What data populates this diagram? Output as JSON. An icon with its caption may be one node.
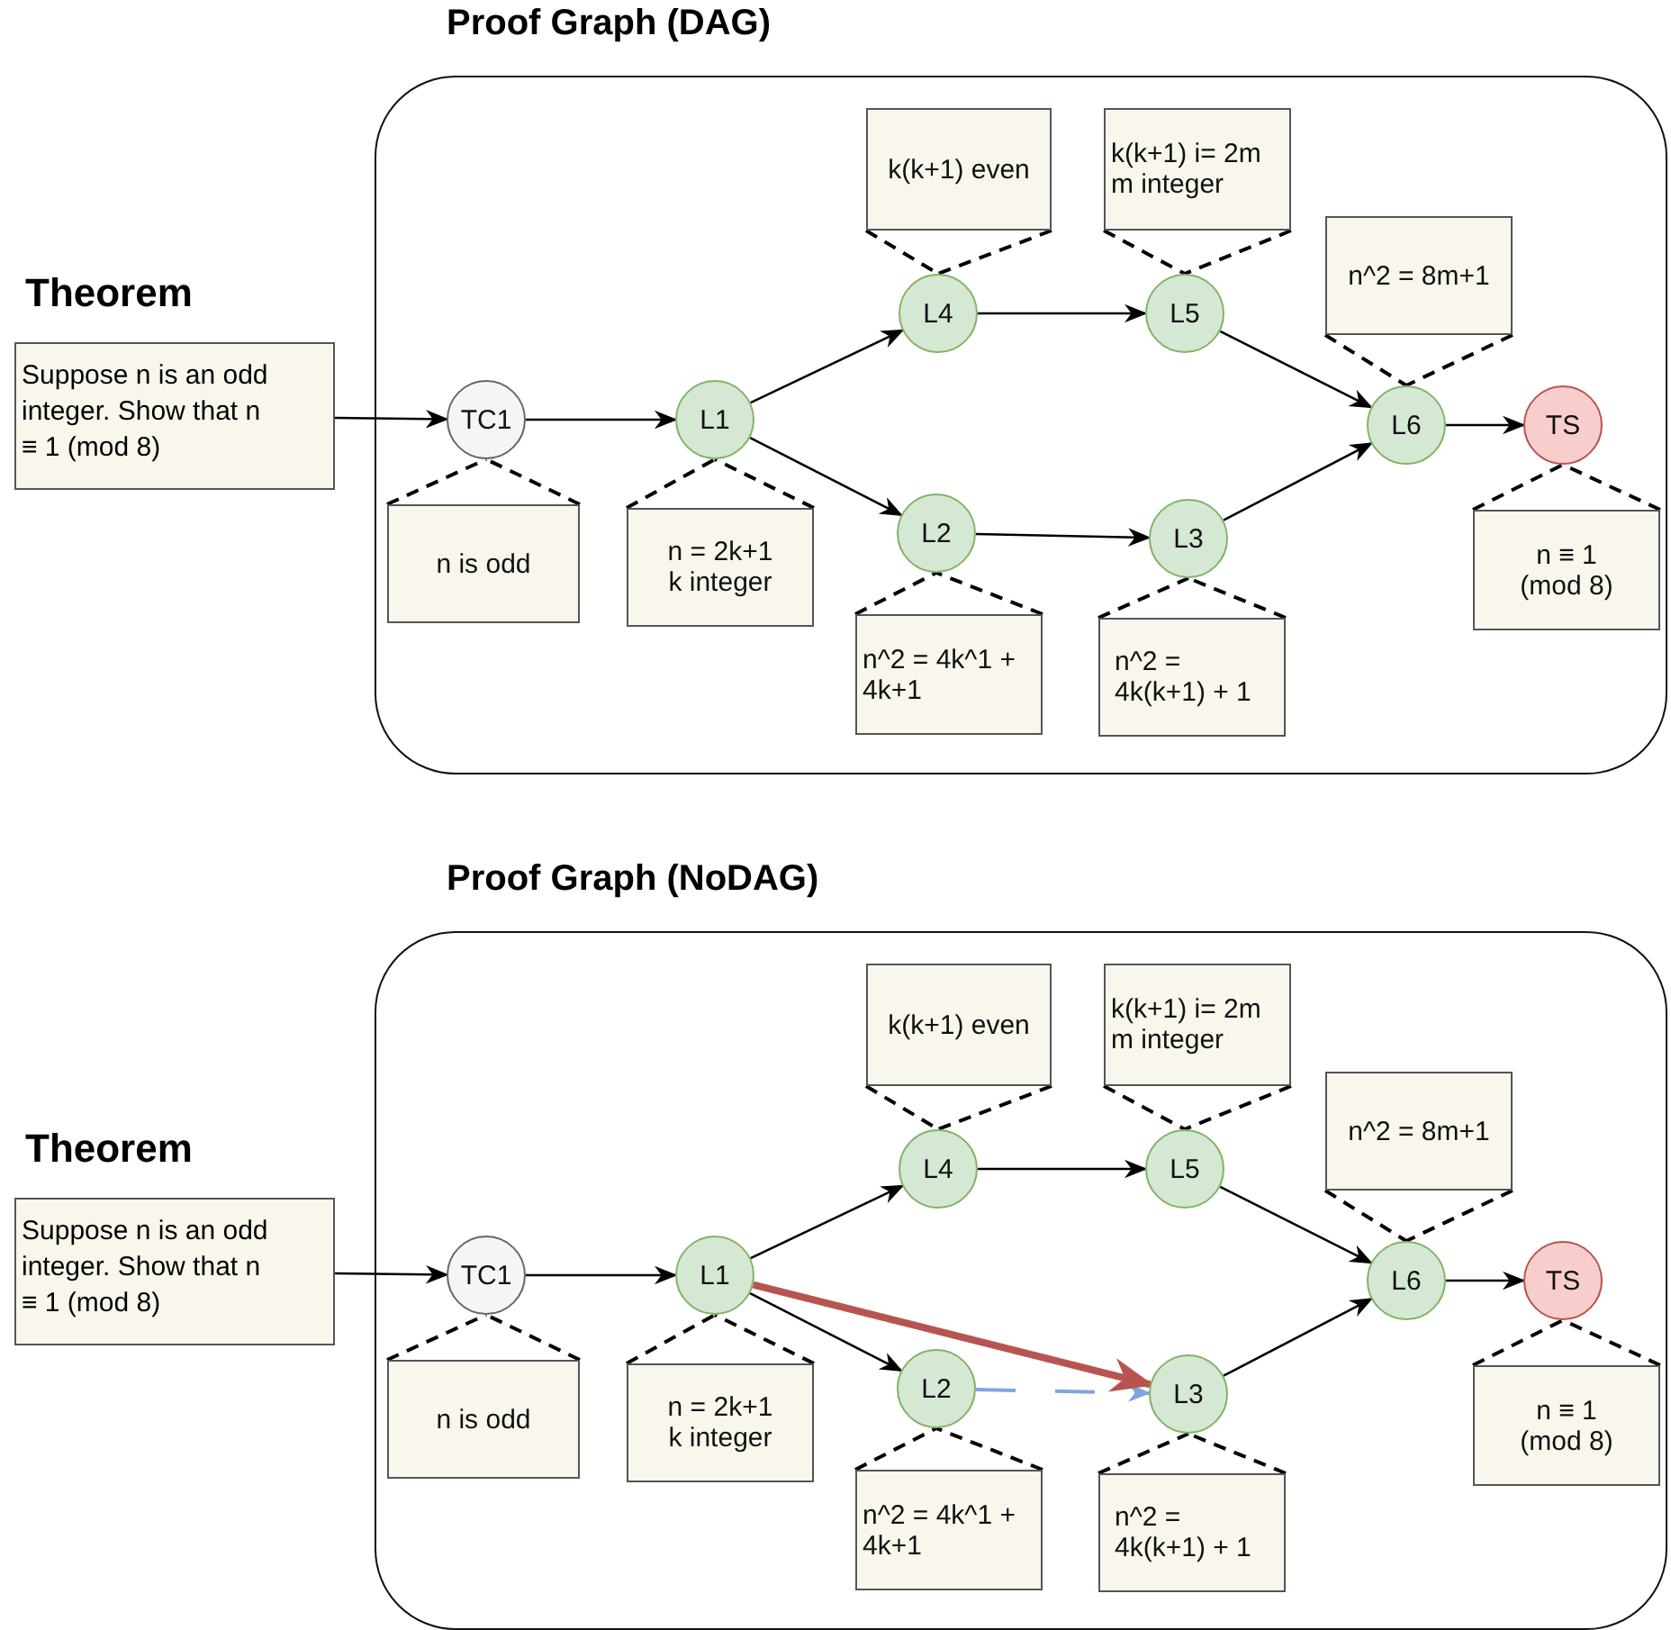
{
  "diagram": {
    "nodes": [
      {
        "text": [
          "Proof Graph (DAG)"
        ]
      },
      {
        "text": [
          "Theorem",
          "Suppose n is an odd integer. Show that n ≡ 1 (mod 8)"
        ]
      },
      {
        "text": [
          "TC1"
        ],
        "in": 0
      },
      {
        "text": [
          "n is odd"
        ],
        "in": 0
      },
      {
        "text": [
          "L1"
        ],
        "in": 0
      },
      {
        "text": [
          "n = 2k+1 k integer"
        ],
        "in": 0
      },
      {
        "text": [
          "L4"
        ],
        "in": 0
      },
      {
        "text": [
          "k(k+1) even"
        ],
        "in": 0
      },
      {
        "text": [
          "L5"
        ],
        "in": 0
      },
      {
        "text": [
          "k(k+1) i= 2m m integer"
        ],
        "in": 0
      },
      {
        "text": [
          "L2"
        ],
        "in": 0
      },
      {
        "text": [
          "n^2 = 4k^1 + 4k+1"
        ],
        "in": 0
      },
      {
        "text": [
          "L3"
        ],
        "in": 0
      },
      {
        "text": [
          "n^2 = 4k(k+1) + 1"
        ],
        "in": 0
      },
      {
        "text": [
          "L6"
        ],
        "in": 0
      },
      {
        "text": [
          "n^2 = 8m+1"
        ],
        "in": 0
      },
      {
        "text": [
          "TS"
        ],
        "in": 0
      },
      {
        "text": [
          "n ≡ 1 (mod 8)"
        ],
        "in": 0
      },
      {
        "text": [
          "Proof Graph (NoDAG)"
        ]
      },
      {
        "text": [
          "Theorem",
          "Suppose n is an odd integer. Show that n ≡ 1 (mod 8)"
        ]
      },
      {
        "text": [
          "TC1"
        ],
        "in": 18
      },
      {
        "text": [
          "n is odd"
        ],
        "in": 18
      },
      {
        "text": [
          "L1"
        ],
        "in": 18
      },
      {
        "text": [
          "n = 2k+1 k integer"
        ],
        "in": 18
      },
      {
        "text": [
          "L4"
        ],
        "in": 18
      },
      {
        "text": [
          "k(k+1) even"
        ],
        "in": 18
      },
      {
        "text": [
          "L5"
        ],
        "in": 18
      },
      {
        "text": [
          "k(k+1) i= 2m m integer"
        ],
        "in": 18
      },
      {
        "text": [
          "L2"
        ],
        "in": 18
      },
      {
        "text": [
          "n^2 = 4k^1 + 4k+1"
        ],
        "in": 18
      },
      {
        "text": [
          "L3"
        ],
        "in": 18
      },
      {
        "text": [
          "n^2 = 4k(k+1) + 1"
        ],
        "in": 18
      },
      {
        "text": [
          "L6"
        ],
        "in": 18
      },
      {
        "text": [
          "n^2 = 8m+1"
        ],
        "in": 18
      },
      {
        "text": [
          "TS"
        ],
        "in": 18
      },
      {
        "text": [
          "n ≡ 1 (mod 8)"
        ],
        "in": 18
      }
    ],
    "edges": [
      {
        "from": 1,
        "to": 2,
        "arrow": "to"
      },
      {
        "from": 2,
        "to": 4,
        "arrow": "to"
      },
      {
        "from": 4,
        "to": 6,
        "arrow": "to"
      },
      {
        "from": 4,
        "to": 10,
        "arrow": "to"
      },
      {
        "from": 6,
        "to": 8,
        "arrow": "to"
      },
      {
        "from": 8,
        "to": 14,
        "arrow": "to"
      },
      {
        "from": 10,
        "to": 12,
        "arrow": "to"
      },
      {
        "from": 12,
        "to": 14,
        "arrow": "to"
      },
      {
        "from": 14,
        "to": 16,
        "arrow": "to"
      },
      {
        "from": 3,
        "to": 2,
        "arrow": "none",
        "style": "dashed"
      },
      {
        "from": 5,
        "to": 4,
        "arrow": "none",
        "style": "dashed"
      },
      {
        "from": 7,
        "to": 6,
        "arrow": "none",
        "style": "dashed"
      },
      {
        "from": 9,
        "to": 8,
        "arrow": "none",
        "style": "dashed"
      },
      {
        "from": 11,
        "to": 10,
        "arrow": "none",
        "style": "dashed"
      },
      {
        "from": 13,
        "to": 12,
        "arrow": "none",
        "style": "dashed"
      },
      {
        "from": 15,
        "to": 14,
        "arrow": "none",
        "style": "dashed"
      },
      {
        "from": 17,
        "to": 16,
        "arrow": "none",
        "style": "dashed"
      },
      {
        "from": 19,
        "to": 20,
        "arrow": "to"
      },
      {
        "from": 20,
        "to": 22,
        "arrow": "to"
      },
      {
        "from": 22,
        "to": 24,
        "arrow": "to"
      },
      {
        "from": 22,
        "to": 28,
        "arrow": "to"
      },
      {
        "from": 24,
        "to": 26,
        "arrow": "to"
      },
      {
        "from": 26,
        "to": 32,
        "arrow": "to"
      },
      {
        "from": 28,
        "to": 30,
        "arrow": "to",
        "style": "dashed",
        "color": "#7ea6e0"
      },
      {
        "from": 30,
        "to": 32,
        "arrow": "to"
      },
      {
        "from": 32,
        "to": 34,
        "arrow": "to"
      },
      {
        "from": 22,
        "to": 30,
        "arrow": "to",
        "style": "thick",
        "color": "#b85450"
      },
      {
        "from": 21,
        "to": 20,
        "arrow": "none",
        "style": "dashed"
      },
      {
        "from": 23,
        "to": 22,
        "arrow": "none",
        "style": "dashed"
      },
      {
        "from": 25,
        "to": 24,
        "arrow": "none",
        "style": "dashed"
      },
      {
        "from": 27,
        "to": 26,
        "arrow": "none",
        "style": "dashed"
      },
      {
        "from": 29,
        "to": 28,
        "arrow": "none",
        "style": "dashed"
      },
      {
        "from": 31,
        "to": 30,
        "arrow": "none",
        "style": "dashed"
      },
      {
        "from": 33,
        "to": 32,
        "arrow": "none",
        "style": "dashed"
      },
      {
        "from": 35,
        "to": 34,
        "arrow": "none",
        "style": "dashed"
      }
    ]
  }
}
